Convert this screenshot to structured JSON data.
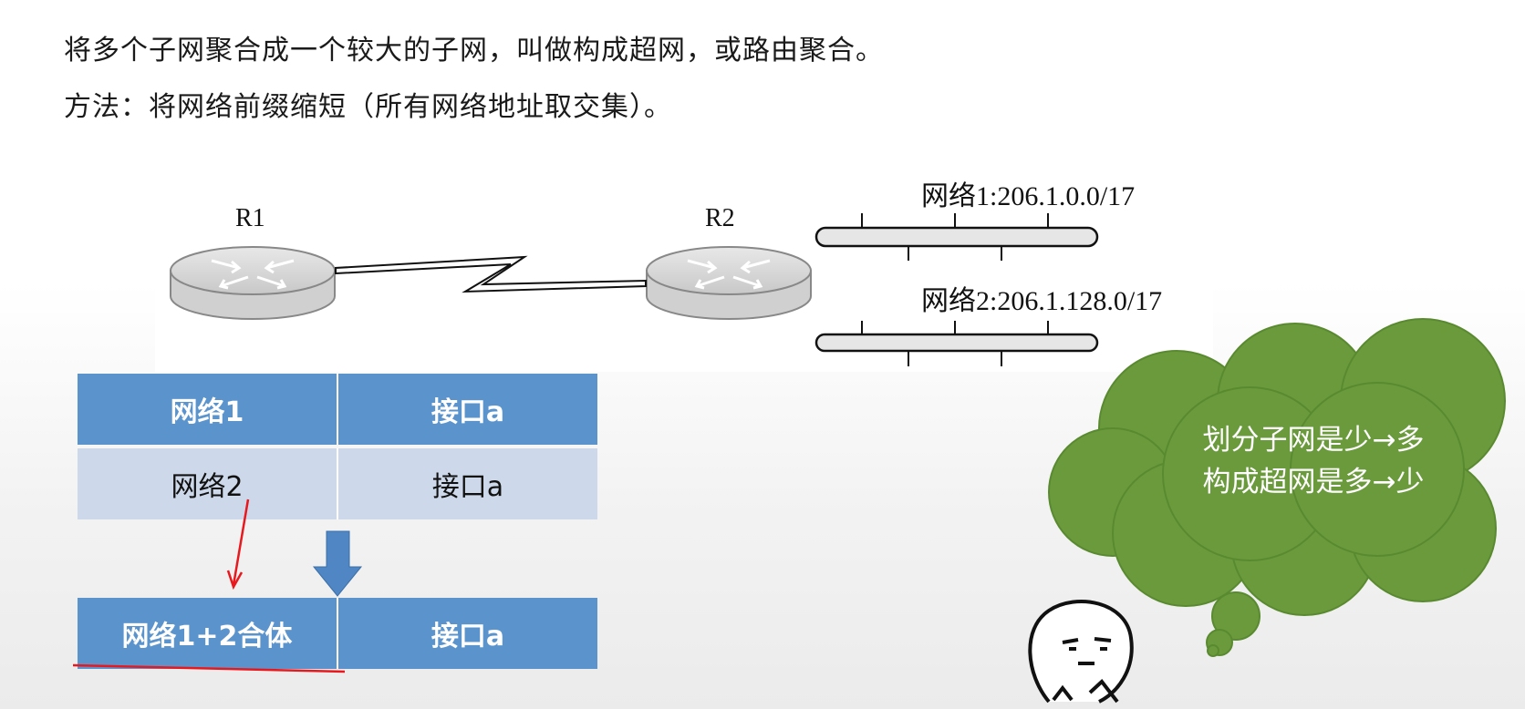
{
  "text": {
    "line1": "将多个子网聚合成一个较大的子网，叫做构成超网，或路由聚合。",
    "line2": "方法：将网络前缀缩短（所有网络地址取交集）。"
  },
  "diagram": {
    "router1": "R1",
    "router2": "R2",
    "network1": "网络1:206.1.0.0/17",
    "network2": "网络2:206.1.128.0/17"
  },
  "table": {
    "row1": [
      "网络1",
      "接口a"
    ],
    "row2": [
      "网络2",
      "接口a"
    ],
    "row3": [
      "网络1+2合体",
      "接口a"
    ]
  },
  "cloud": {
    "line1": "划分子网是少→多",
    "line2": "构成超网是多→少"
  },
  "colors": {
    "table_header": "#5b94cd",
    "table_light": "#cdd9ea",
    "cloud": "#6a9a3c",
    "annotation": "#e8191e"
  },
  "icons": {
    "router": "router-icon",
    "network_bus": "network-bus-icon",
    "down_arrow": "down-arrow-icon",
    "cartoon": "meme-face-icon"
  }
}
